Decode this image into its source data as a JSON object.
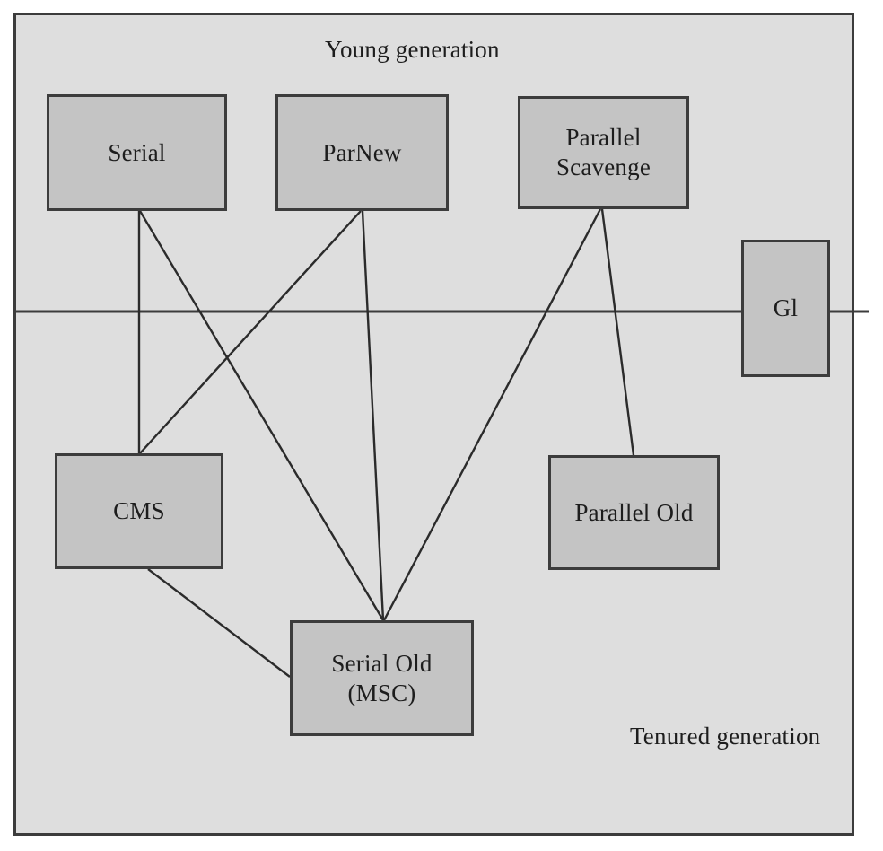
{
  "diagram": {
    "type": "block-diagram",
    "title_visible": false,
    "regions": [
      {
        "id": "young",
        "label": "Young generation"
      },
      {
        "id": "tenured",
        "label": "Tenured generation"
      }
    ],
    "nodes": [
      {
        "id": "serial",
        "label": "Serial",
        "generation": "young"
      },
      {
        "id": "parnew",
        "label": "ParNew",
        "generation": "young"
      },
      {
        "id": "parallel-scavenge",
        "label": "Parallel\nScavenge",
        "label_line1": "Parallel",
        "label_line2": "Scavenge",
        "generation": "young"
      },
      {
        "id": "g1",
        "label": "Gl",
        "generation": "both"
      },
      {
        "id": "cms",
        "label": "CMS",
        "generation": "tenured"
      },
      {
        "id": "parallel-old",
        "label": "Parallel Old",
        "generation": "tenured"
      },
      {
        "id": "serial-old",
        "label": "Serial Old\n(MSC)",
        "label_line1": "Serial Old",
        "label_line2": "(MSC)",
        "generation": "tenured"
      }
    ],
    "edges": [
      {
        "from": "serial",
        "to": "cms"
      },
      {
        "from": "serial",
        "to": "serial-old"
      },
      {
        "from": "parnew",
        "to": "cms"
      },
      {
        "from": "parnew",
        "to": "serial-old"
      },
      {
        "from": "parallel-scavenge",
        "to": "serial-old"
      },
      {
        "from": "parallel-scavenge",
        "to": "parallel-old"
      },
      {
        "from": "cms",
        "to": "serial-old"
      }
    ],
    "colors": {
      "panel_background": "#dedede",
      "box_fill": "#c4c4c4",
      "line": "#3c3c3c",
      "text": "#1d1d1d"
    }
  }
}
